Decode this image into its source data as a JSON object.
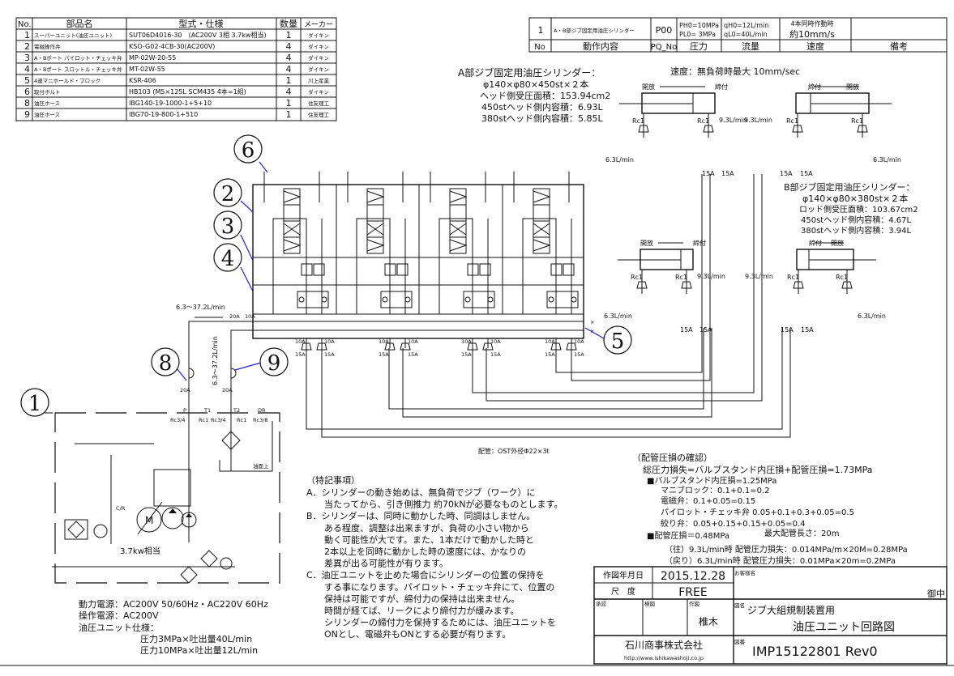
{
  "parts_table": {
    "headers": [
      "No.",
      "部品名",
      "型式・仕様",
      "数量",
      "メーカー"
    ],
    "rows": [
      [
        "1",
        "スーパーユニット(油圧ユニット)",
        "SUT06D4016-30　(AC200V 3相 3.7kw相当)",
        "1",
        "ダイキン"
      ],
      [
        "2",
        "電磁操作弁",
        "KSO-G02-4CB-30(AC200V)",
        "4",
        "ダイキン"
      ],
      [
        "3",
        "A・Bポート パイロット・チェッキ弁",
        "MP-02W-20-55",
        "4",
        "ダイキン"
      ],
      [
        "4",
        "A・Bポート スロットル・チェッキ弁",
        "MT-02W-55",
        "4",
        "ダイキン"
      ],
      [
        "5",
        "4連マニホールド・ブロック",
        "KSR-406",
        "1",
        "川上産業"
      ],
      [
        "6",
        "取付ボルト",
        "HB103 (M5×125L SCM435 4本=1組)",
        "4",
        "ダイキン"
      ],
      [
        "8",
        "油圧ホース",
        "IBG140-19-1000-1+5+10",
        "1",
        "住友理工"
      ],
      [
        "9",
        "油圧ホース",
        "IBG70-19-800-1+510",
        "1",
        "住友理工"
      ]
    ]
  },
  "action_table": {
    "headers": [
      "No",
      "動作内容",
      "PQ_No",
      "圧力",
      "流量",
      "速度",
      "備考"
    ],
    "row": {
      "no": "1",
      "action": "A・B部ジブ固定用油圧シリンダー",
      "pq_no": "P00",
      "pressure": [
        "PH0=10MPa",
        "PL0= 3MPa"
      ],
      "flow": [
        "qH0=12L/min",
        "qL0=40L/min"
      ],
      "speed": [
        "4本同時作動時",
        "約10mm/s"
      ],
      "remark": ""
    }
  },
  "cylinder_a": {
    "title": "A部ジブ固定用油圧シリンダー：",
    "lines": [
      "φ140×φ80×450st×２本",
      "ヘッド側受圧面積：153.94cm2",
      "450stヘッド側内容積：6.93L",
      "380stヘッド側内容積：5.85L"
    ]
  },
  "speed_note": "速度：無負荷時最大 10mm/sec",
  "cylinder_b": {
    "title": "B部ジブ固定用油圧シリンダー：",
    "lines": [
      "φ140×φ80×380st×２本",
      "ロッド側受圧面積：103.67cm2",
      "450stヘッド側内容積：4.67L",
      "380stヘッド側内容積：3.94L"
    ]
  },
  "circuit": {
    "open": "開放",
    "clamp": "締付",
    "flow_out": "9.3L/min",
    "flow_ret": "6.3L/min",
    "port_rc1": "Rc1",
    "size_15a": "15A",
    "size_10a": "10A",
    "size_20a": "20A",
    "supply_flow": "6.3～37.2L/min",
    "piping_note": "配管：OST外径Φ22×3t",
    "unit_ports": {
      "p": "P",
      "t1": "T1",
      "t2": "T2",
      "dr": "DR",
      "rc34": "Rc3/4",
      "rc1": "Rc1",
      "rc38": "Rc3/8"
    },
    "oil_level": "油面上",
    "cr": "C/R",
    "motor": "M",
    "motor_rating": "3.7kw相当",
    "callouts": [
      "1",
      "2",
      "3",
      "4",
      "5",
      "6",
      "8",
      "9"
    ]
  },
  "power_specs": {
    "lines": [
      "動力電源：AC200V 50/60Hz・AC220V 60Hz",
      "操作電源：AC200V",
      "油圧ユニット仕様："
    ],
    "unit_lines": [
      "圧力3MPa×吐出量40L/min",
      "圧力10MPa×吐出量12L/min"
    ]
  },
  "notes": {
    "title": "（特記事項）",
    "lines": [
      "A．シリンダーの動き始めは、無負荷でジブ（ワーク）に",
      "　　当たってから、引き側推力 約70kNが必要なものとします。",
      "B．シリンダーは、同時に動かした時、同調はしません。",
      "　　ある程度、調整は出来ますが、負荷の小さい物から",
      "　　動く可能性が大です。また、1本だけで動かした時と",
      "　　2本以上を同時に動かした時の速度には、かなりの",
      "　　差異が出る可能性が有ります。",
      "C．油圧ユニットを止めた場合にシリンダーの位置の保持を",
      "　　する事になります。パイロット・チェッキ弁にて、位置の",
      "　　保持は可能ですが、締付力の保持は出来ません。",
      "　　時間が経てば、リークにより締付力が緩みます。",
      "　　シリンダーの締付力を保持するためには、油圧ユニットを",
      "　　ONとし、電磁弁もONとする必要が有ります。"
    ]
  },
  "pressure_loss": {
    "title": "（配管圧損の確認）",
    "total": "総圧力損失=バルブスタンド内圧損+配管圧損=1.73MPa",
    "valve_stand": "■バルブスタンド内圧損=1.25MPa",
    "valve_items": [
      "マニブロック：0.1+0.1=0.2",
      "電磁弁：0.1+0.05=0.15",
      "パイロット・チェッキ弁 0.05+0.1+0.3+0.05=0.5",
      "絞り弁：0.05+0.15+0.15+0.05=0.4"
    ],
    "piping": "■配管圧損＝0.48MPa",
    "max_length": "最大配管長さ：20m",
    "piping_items": [
      "（往）9.3L/min時 配管圧力損失：0.014MPa/m×20M=0.28MPa",
      "（戻り）6.3L/min時 配管圧力損失：0.01MPa×20m=0.2MPa"
    ]
  },
  "title_block": {
    "date_label": "作図年月日",
    "date": "2015.12.28",
    "scale_label": "尺　度",
    "scale": "FREE",
    "customer_label": "お客様名",
    "customer_suffix": "御中",
    "approve_label": "承認",
    "check_label": "検図",
    "draw_label": "作図",
    "drawer": "椎木",
    "name_label": "図名",
    "drawing_name_1": "ジブ大組規制装置用",
    "drawing_name_2": "油圧ユニット回路図",
    "company": "石川商事株式会社",
    "url": "http://www.ishikawashoji.co.jp",
    "number_label": "図番",
    "drawing_number": "IMP15122801 Rev0"
  },
  "colors": {
    "line": "#111111",
    "callout_arrow": "#2222dd",
    "background": "#ffffff"
  }
}
